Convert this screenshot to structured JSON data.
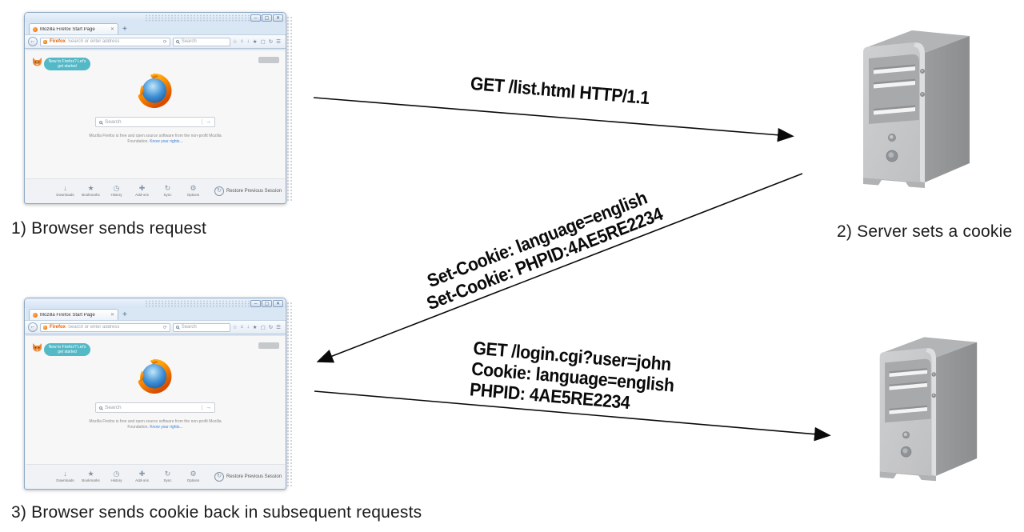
{
  "colors": {
    "accent_teal": "#53b9c7",
    "firefox_orange": "#e66000",
    "link_blue": "#3a7fd5",
    "server_gray": "#a9abad",
    "arrow_black": "#0a0a0a"
  },
  "captions": {
    "step1": "1) Browser sends request",
    "step2": "2) Server sets a cookie",
    "step3": "3) Browser sends cookie back in subsequent requests"
  },
  "arrows": [
    {
      "direction": "browser-to-server",
      "lines": [
        "GET /list.html HTTP/1.1"
      ]
    },
    {
      "direction": "server-to-browser",
      "lines": [
        "Set-Cookie: language=english",
        "Set-Cookie: PHPID:4AE5RE2234"
      ]
    },
    {
      "direction": "browser-to-server",
      "lines": [
        "GET /login.cgi?user=john",
        "Cookie: language=english",
        "PHPID: 4AE5RE2234"
      ]
    }
  ],
  "browser": {
    "tab_title": "Mozilla Firefox Start Page",
    "new_tab": "+",
    "window_buttons": {
      "minimize": "–",
      "maximize": "▢",
      "close": "✕"
    },
    "back_glyph": "←",
    "url_brand": "Firefox",
    "url_placeholder": "Search or enter address",
    "reload_glyph": "⟳",
    "searchbox_placeholder": "Search",
    "nav_icons": [
      {
        "name": "bookmark",
        "glyph": "☆"
      },
      {
        "name": "home",
        "glyph": "⌂"
      },
      {
        "name": "download",
        "glyph": "↓"
      },
      {
        "name": "star",
        "glyph": "★"
      },
      {
        "name": "display",
        "glyph": "▢"
      },
      {
        "name": "sync",
        "glyph": "↻"
      },
      {
        "name": "menu",
        "glyph": "☰"
      }
    ],
    "bubble_line1": "New to Firefox? Let's",
    "bubble_line2": "get started",
    "center_search_placeholder": "Search",
    "go_glyph": "→",
    "fineprint_line1": "Mozilla Firefox is free and open source software from the non-profit Mozilla",
    "fineprint_line2": "Foundation.",
    "fineprint_link": "Know your rights...",
    "footer_items": [
      {
        "name": "downloads",
        "glyph": "↓",
        "label": "Downloads"
      },
      {
        "name": "bookmarks",
        "glyph": "★",
        "label": "Bookmarks"
      },
      {
        "name": "history",
        "glyph": "◷",
        "label": "History"
      },
      {
        "name": "addons",
        "glyph": "✚",
        "label": "Add-ons"
      },
      {
        "name": "sync",
        "glyph": "↻",
        "label": "Sync"
      },
      {
        "name": "options",
        "glyph": "⚙",
        "label": "Options"
      }
    ],
    "restore_glyph": "↻",
    "restore_label": "Restore Previous Session"
  }
}
